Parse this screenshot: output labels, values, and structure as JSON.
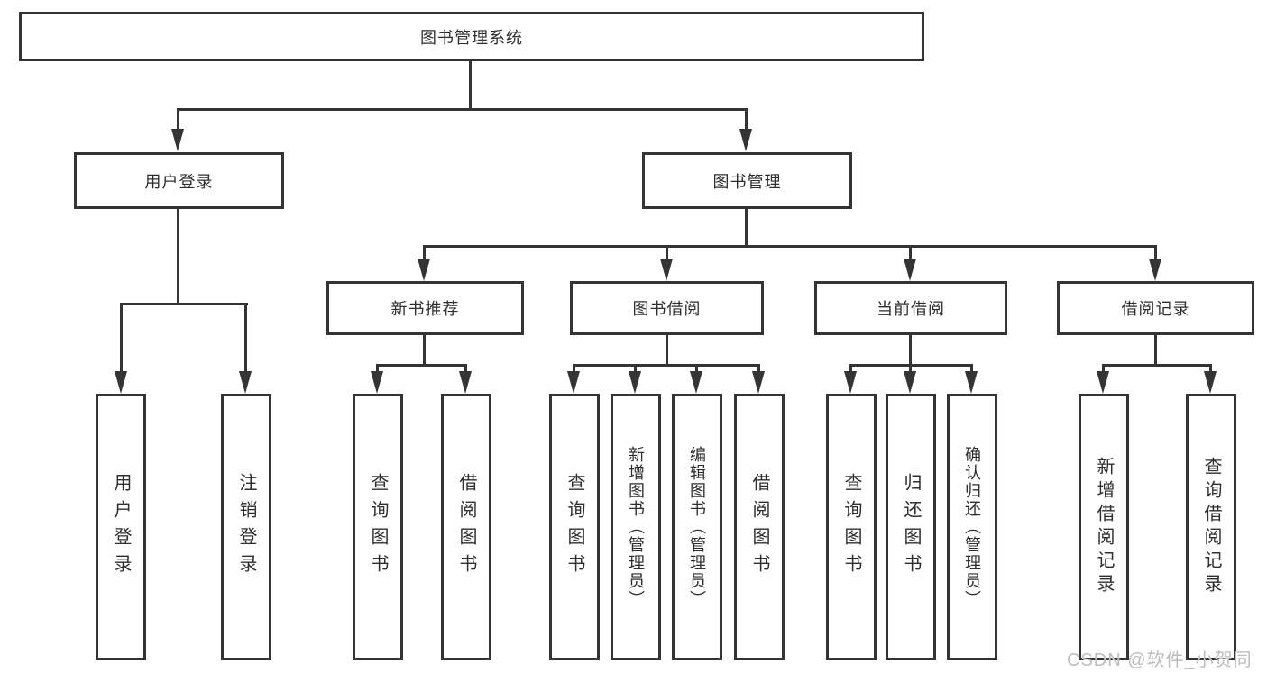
{
  "tree": {
    "label": "图书管理系统",
    "children": [
      {
        "label": "用户登录",
        "children": [
          {
            "label": "用户登录"
          },
          {
            "label": "注销登录"
          }
        ]
      },
      {
        "label": "图书管理",
        "children": [
          {
            "label": "新书推荐",
            "children": [
              {
                "label": "查询图书"
              },
              {
                "label": "借阅图书"
              }
            ]
          },
          {
            "label": "图书借阅",
            "children": [
              {
                "label": "查询图书"
              },
              {
                "label": "新增图书（管理员）"
              },
              {
                "label": "编辑图书（管理员）"
              },
              {
                "label": "借阅图书"
              }
            ]
          },
          {
            "label": "当前借阅",
            "children": [
              {
                "label": "查询图书"
              },
              {
                "label": "归还图书"
              },
              {
                "label": "确认归还（管理员）"
              }
            ]
          },
          {
            "label": "借阅记录",
            "children": [
              {
                "label": "新增借阅记录"
              },
              {
                "label": "查询借阅记录"
              }
            ]
          }
        ]
      }
    ]
  },
  "watermark": {
    "text": "CSDN @软件_小贺同学"
  },
  "colors": {
    "line": "#343434",
    "text": "#2e2e2e",
    "bg": "#ffffff",
    "watermark": "#bdbdbd"
  }
}
